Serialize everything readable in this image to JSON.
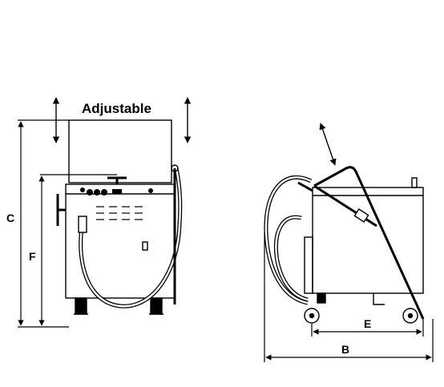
{
  "labels": {
    "adjustable": "Adjustable",
    "dim_c": "C",
    "dim_f": "F",
    "dim_e": "E",
    "dim_b": "B"
  },
  "colors": {
    "line": "#000000",
    "background": "#ffffff"
  }
}
